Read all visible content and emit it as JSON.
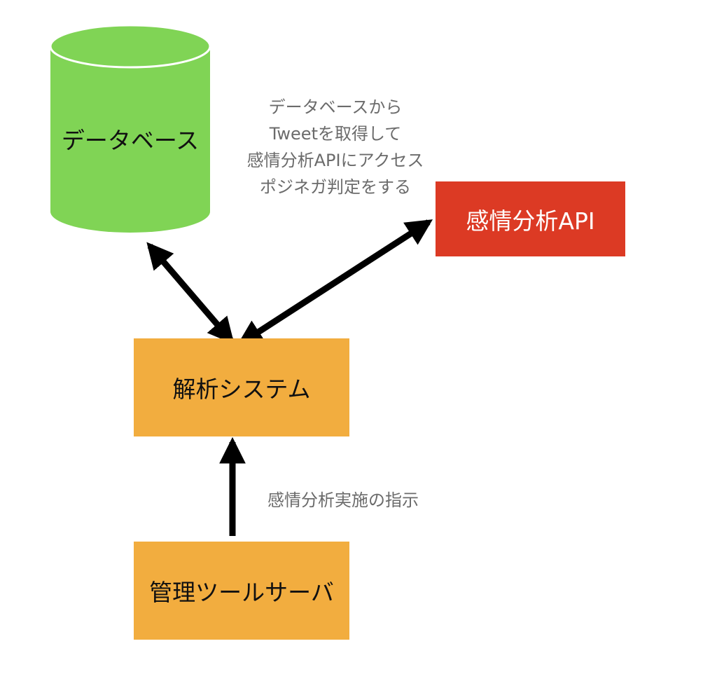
{
  "nodes": {
    "database": {
      "label": "データベース",
      "color": "#80d455"
    },
    "sentiment_api": {
      "label": "感情分析API",
      "color": "#dc3a24"
    },
    "analysis_system": {
      "label": "解析システム",
      "color": "#f2ad3f"
    },
    "admin_server": {
      "label": "管理ツールサーバ",
      "color": "#f2ad3f"
    }
  },
  "annotations": {
    "fetch_and_analyze": {
      "lines": [
        "データベースから",
        "Tweetを取得して",
        "感情分析APIにアクセス",
        "ポジネガ判定をする"
      ]
    },
    "instruction": {
      "text": "感情分析実施の指示"
    }
  },
  "edges": [
    {
      "from": "analysis_system",
      "to": "database",
      "direction": "both"
    },
    {
      "from": "analysis_system",
      "to": "sentiment_api",
      "direction": "both"
    },
    {
      "from": "admin_server",
      "to": "analysis_system",
      "direction": "forward"
    }
  ]
}
